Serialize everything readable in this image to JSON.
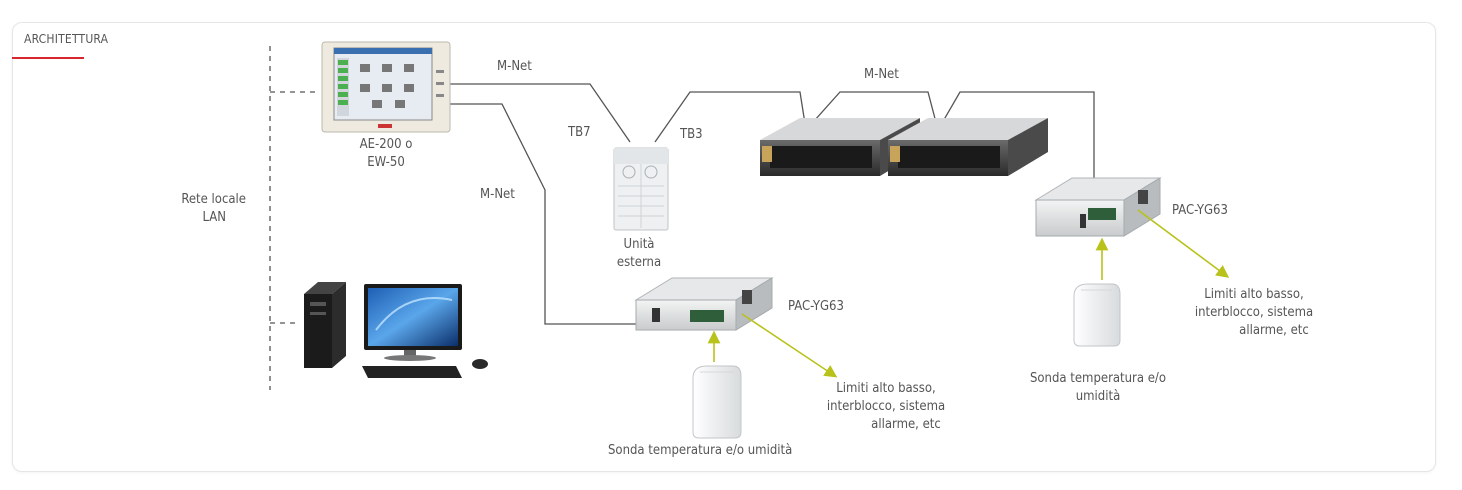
{
  "section": {
    "title": "ARCHITETTURA",
    "accent": "#d9262c"
  },
  "labels": {
    "controller": [
      "AE-200 o",
      "EW-50"
    ],
    "lan": [
      "Rete locale",
      "LAN"
    ],
    "mnet_top": "M-Net",
    "mnet_mid": "M-Net",
    "mnet_left": "M-Net",
    "tb7": "TB7",
    "tb3": "TB3",
    "outdoor": [
      "Unità",
      "esterna"
    ],
    "pac_left": "PAC-YG63",
    "pac_right": "PAC-YG63",
    "limits_left": [
      "Limiti alto basso,",
      "interblocco, sistema",
      "allarme, etc"
    ],
    "limits_right": [
      "Limiti alto basso,",
      "interblocco, sistema",
      "allarme, etc"
    ],
    "sensor_left": "Sonda temperatura e/o umidità",
    "sensor_right": [
      "Sonda temperatura e/o",
      "umidità"
    ]
  },
  "colors": {
    "line": "#555555",
    "signal": "#b8c21a"
  }
}
